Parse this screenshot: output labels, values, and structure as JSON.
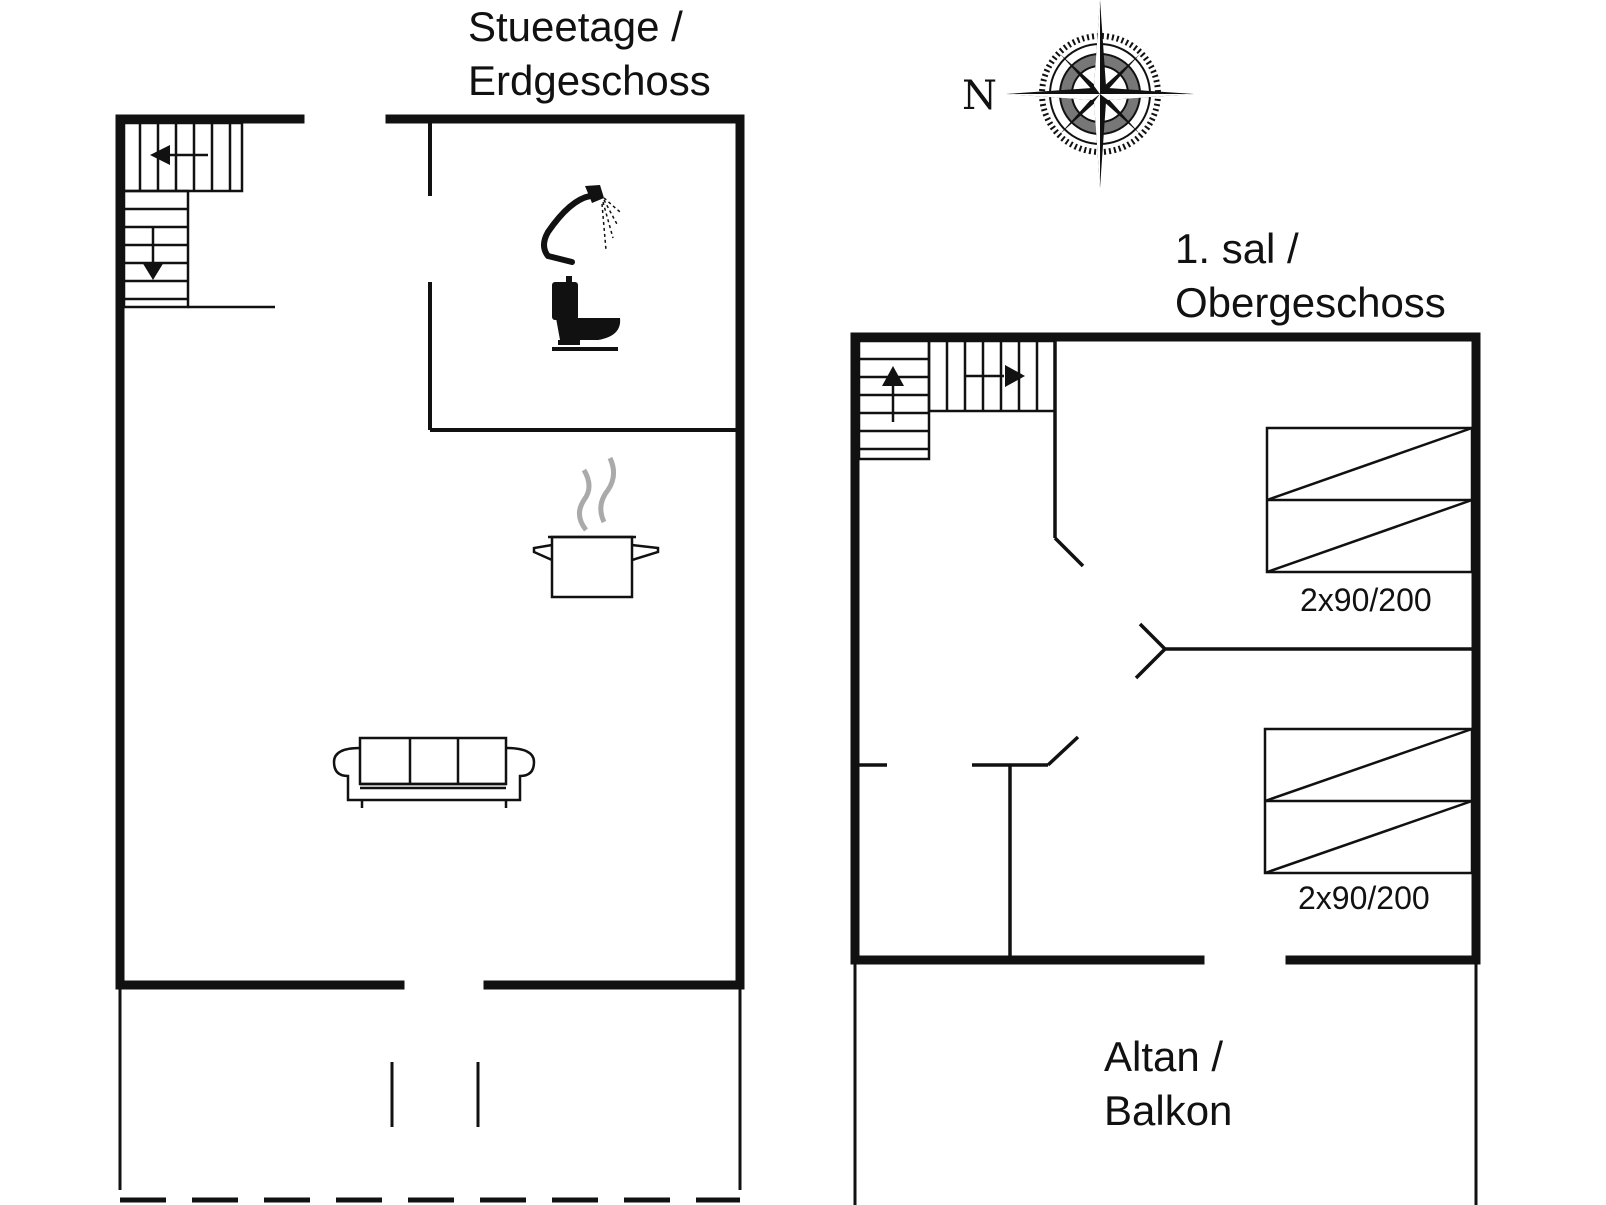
{
  "ground_floor": {
    "title_line1": "Stueetage /",
    "title_line2": "Erdgeschoss"
  },
  "upper_floor": {
    "title_line1": "1. sal /",
    "title_line2": "Obergeschoss",
    "bed_top_label": "2x90/200",
    "bed_bottom_label": "2x90/200"
  },
  "balcony": {
    "label_line1": "Altan /",
    "label_line2": "Balkon"
  },
  "compass": {
    "north_label": "N",
    "icon": "compass-rose-icon"
  },
  "icons": [
    "stairs-icon",
    "shower-icon",
    "toilet-icon",
    "cooking-pot-icon",
    "sofa-icon",
    "bed-icon",
    "compass-rose-icon"
  ]
}
